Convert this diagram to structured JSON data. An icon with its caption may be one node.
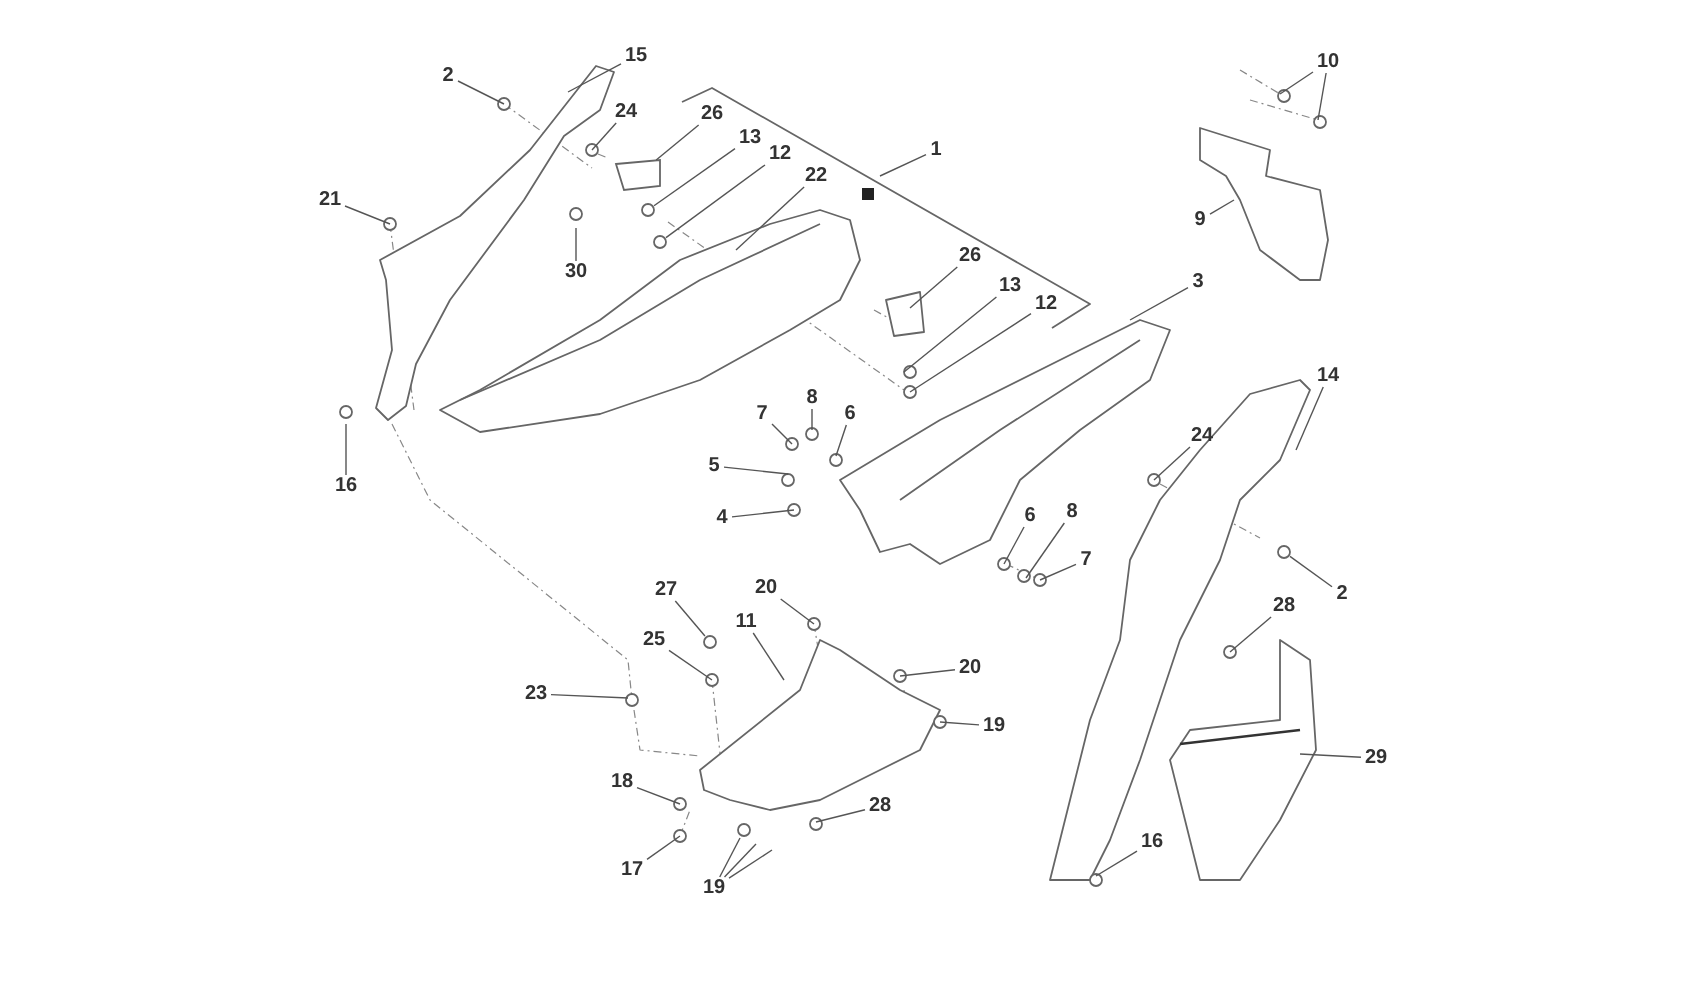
{
  "diagram": {
    "nodes": [
      {
        "text": [
          "15"
        ]
      },
      {
        "text": [
          "2"
        ]
      },
      {
        "text": [
          "24"
        ]
      },
      {
        "text": [
          "26"
        ]
      },
      {
        "text": [
          "13"
        ]
      },
      {
        "text": [
          "12"
        ]
      },
      {
        "text": [
          "1"
        ]
      },
      {
        "text": [
          "22"
        ]
      },
      {
        "text": [
          "21"
        ]
      },
      {
        "text": [
          "30"
        ]
      },
      {
        "text": [
          "26"
        ]
      },
      {
        "text": [
          "13"
        ]
      },
      {
        "text": [
          "12"
        ]
      },
      {
        "text": [
          "3"
        ]
      },
      {
        "text": [
          "10"
        ]
      },
      {
        "text": [
          "9"
        ]
      },
      {
        "text": [
          "14"
        ]
      },
      {
        "text": [
          "16"
        ]
      },
      {
        "text": [
          "8"
        ]
      },
      {
        "text": [
          "7"
        ]
      },
      {
        "text": [
          "6"
        ]
      },
      {
        "text": [
          "5"
        ]
      },
      {
        "text": [
          "4"
        ]
      },
      {
        "text": [
          "24"
        ]
      },
      {
        "text": [
          "2"
        ]
      },
      {
        "text": [
          "8"
        ]
      },
      {
        "text": [
          "6"
        ]
      },
      {
        "text": [
          "7"
        ]
      },
      {
        "text": [
          "28"
        ]
      },
      {
        "text": [
          "20"
        ]
      },
      {
        "text": [
          "27"
        ]
      },
      {
        "text": [
          "11"
        ]
      },
      {
        "text": [
          "25"
        ]
      },
      {
        "text": [
          "20"
        ]
      },
      {
        "text": [
          "23"
        ]
      },
      {
        "text": [
          "19"
        ]
      },
      {
        "text": [
          "29"
        ]
      },
      {
        "text": [
          "18"
        ]
      },
      {
        "text": [
          "28"
        ]
      },
      {
        "text": [
          "16"
        ]
      },
      {
        "text": [
          "17"
        ]
      },
      {
        "text": [
          "19"
        ]
      },
      {
        "text": [],
        "shape": "box"
      },
      {
        "text": [],
        "shape": "circle"
      },
      {
        "text": [],
        "shape": "circle"
      },
      {
        "text": [],
        "shape": "circle"
      },
      {
        "text": [],
        "shape": "circle"
      }
    ],
    "edges": [
      {
        "from": 0,
        "to": null,
        "arrow": "none"
      },
      {
        "from": 1,
        "to": null,
        "arrow": "none"
      },
      {
        "from": 2,
        "to": null,
        "arrow": "none"
      },
      {
        "from": 3,
        "to": 42,
        "arrow": "none"
      },
      {
        "from": 4,
        "to": 43,
        "arrow": "none"
      },
      {
        "from": 5,
        "to": 44,
        "arrow": "none"
      },
      {
        "from": 6,
        "to": null,
        "arrow": "none"
      },
      {
        "from": 7,
        "to": null,
        "arrow": "none"
      },
      {
        "from": 8,
        "to": null,
        "arrow": "none"
      },
      {
        "from": 9,
        "to": null,
        "arrow": "none"
      },
      {
        "from": 10,
        "to": null,
        "arrow": "none"
      },
      {
        "from": 11,
        "to": null,
        "arrow": "none"
      },
      {
        "from": 12,
        "to": null,
        "arrow": "none"
      },
      {
        "from": 13,
        "to": null,
        "arrow": "none"
      },
      {
        "from": 14,
        "to": null,
        "arrow": "none"
      },
      {
        "from": 14,
        "to": null,
        "arrow": "none"
      },
      {
        "from": 15,
        "to": null,
        "arrow": "none"
      },
      {
        "from": 16,
        "to": null,
        "arrow": "none"
      },
      {
        "from": 17,
        "to": null,
        "arrow": "none"
      },
      {
        "from": 18,
        "to": null,
        "arrow": "none"
      },
      {
        "from": 19,
        "to": null,
        "arrow": "none"
      },
      {
        "from": 20,
        "to": null,
        "arrow": "none"
      },
      {
        "from": 21,
        "to": null,
        "arrow": "none"
      },
      {
        "from": 22,
        "to": null,
        "arrow": "none"
      },
      {
        "from": 23,
        "to": null,
        "arrow": "none"
      },
      {
        "from": 24,
        "to": 45,
        "arrow": "none"
      },
      {
        "from": 25,
        "to": null,
        "arrow": "none"
      },
      {
        "from": 26,
        "to": null,
        "arrow": "none"
      },
      {
        "from": 27,
        "to": null,
        "arrow": "none"
      },
      {
        "from": 28,
        "to": null,
        "arrow": "none"
      },
      {
        "from": 29,
        "to": null,
        "arrow": "none"
      },
      {
        "from": 30,
        "to": 46,
        "arrow": "none"
      },
      {
        "from": 31,
        "to": null,
        "arrow": "none"
      },
      {
        "from": 32,
        "to": null,
        "arrow": "none"
      },
      {
        "from": 33,
        "to": null,
        "arrow": "none"
      },
      {
        "from": 34,
        "to": null,
        "arrow": "none"
      },
      {
        "from": 35,
        "to": null,
        "arrow": "none"
      },
      {
        "from": 36,
        "to": null,
        "arrow": "none"
      },
      {
        "from": 37,
        "to": null,
        "arrow": "none"
      },
      {
        "from": 38,
        "to": null,
        "arrow": "none"
      },
      {
        "from": 39,
        "to": null,
        "arrow": "none"
      },
      {
        "from": 40,
        "to": null,
        "arrow": "none"
      },
      {
        "from": 41,
        "to": null,
        "arrow": "none"
      },
      {
        "from": 41,
        "to": null,
        "arrow": "none"
      },
      {
        "from": 41,
        "to": null,
        "arrow": "none"
      }
    ]
  }
}
